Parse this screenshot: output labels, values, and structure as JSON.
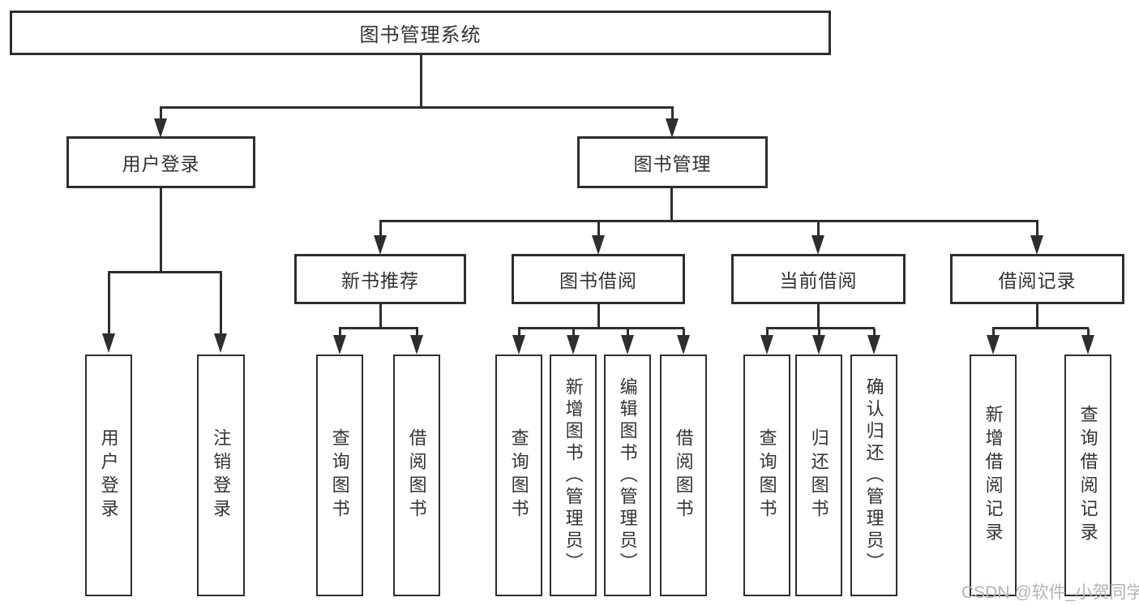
{
  "root": {
    "label": "图书管理系统"
  },
  "level2": {
    "user_login": "用户登录",
    "book_management": "图书管理"
  },
  "level3": {
    "new_book_recommend": "新书推荐",
    "book_borrowing": "图书借阅",
    "current_borrowing": "当前借阅",
    "borrowing_records": "借阅记录"
  },
  "leaves": {
    "user_login": "用户登录",
    "logout": "注销登录",
    "nb_query_books": "查询图书",
    "nb_borrow_books": "借阅图书",
    "bb_query_books": "查询图书",
    "bb_add_book_admin": "新增图书（管理员）",
    "bb_edit_book_admin": "编辑图书（管理员）",
    "bb_borrow_books": "借阅图书",
    "cb_query_books": "查询图书",
    "cb_return_book": "归还图书",
    "cb_confirm_return_admin": "确认归还（管理员）",
    "br_add_record": "新增借阅记录",
    "br_query_record": "查询借阅记录"
  },
  "watermark": {
    "text": "CSDN @软件_小贺同学"
  },
  "colors": {
    "line": "#2e2e2e",
    "text": "#333333",
    "watermark": "#b0b4b8",
    "background": "#ffffff"
  }
}
